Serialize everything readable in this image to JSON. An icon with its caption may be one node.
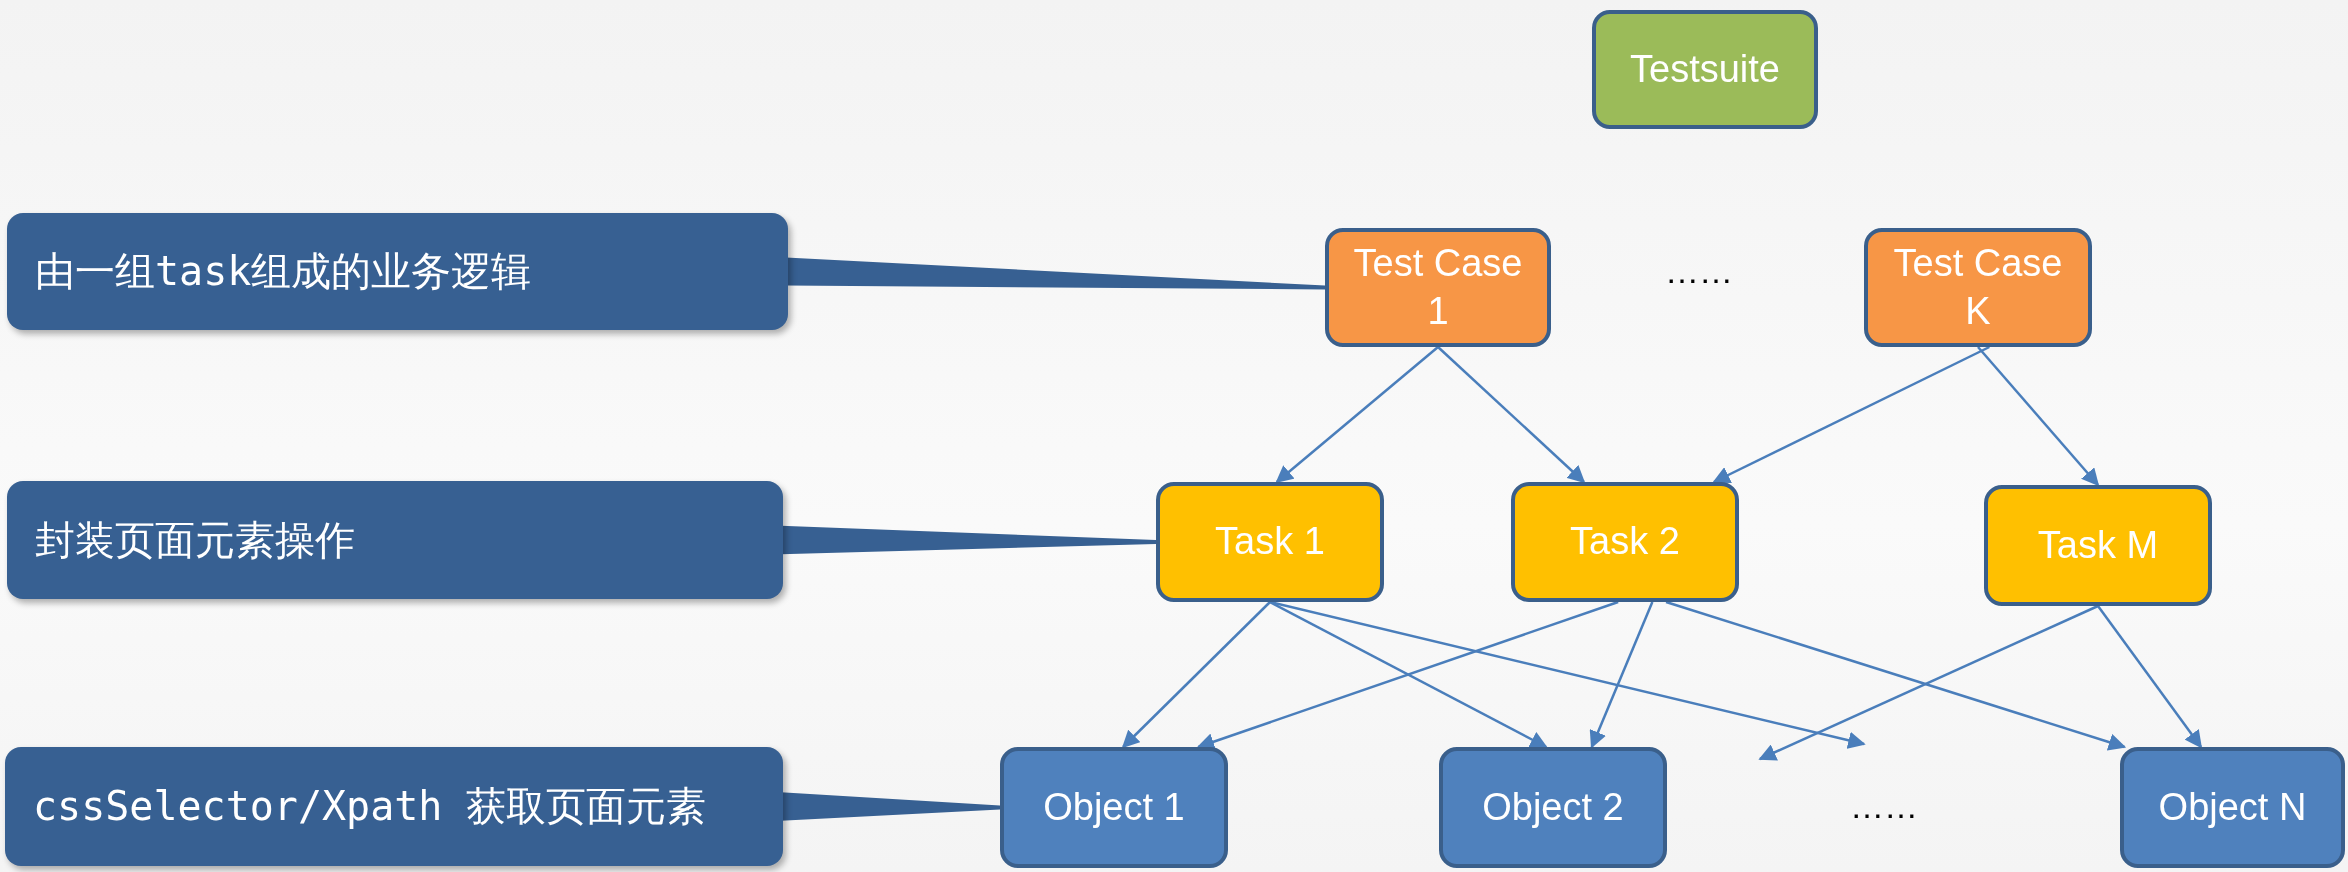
{
  "diagram": {
    "nodes": [
      {
        "text": [
          "由一组task组成的业务逻辑"
        ]
      },
      {
        "text": [
          "封装页面元素操作"
        ]
      },
      {
        "text": [
          "cssSelector/Xpath 获取页面元素"
        ]
      },
      {
        "text": [
          "Testsuite"
        ]
      },
      {
        "text": [
          "Test Case 1"
        ]
      },
      {
        "text": [
          "Test Case K"
        ]
      },
      {
        "text": [
          "Task 1"
        ]
      },
      {
        "text": [
          "Task 2"
        ]
      },
      {
        "text": [
          "Task M"
        ]
      },
      {
        "text": [
          "Object 1"
        ]
      },
      {
        "text": [
          "Object 2"
        ]
      },
      {
        "text": [
          "Object N"
        ]
      }
    ],
    "edges": [
      {
        "from": 0,
        "to": 4,
        "arrow": "none",
        "style": "thick"
      },
      {
        "from": 1,
        "to": 6,
        "arrow": "none",
        "style": "thick"
      },
      {
        "from": 2,
        "to": 9,
        "arrow": "none",
        "style": "thick"
      },
      {
        "from": 4,
        "to": 6,
        "arrow": "to"
      },
      {
        "from": 4,
        "to": 7,
        "arrow": "to"
      },
      {
        "from": 5,
        "to": 7,
        "arrow": "to"
      },
      {
        "from": 5,
        "to": 8,
        "arrow": "to"
      },
      {
        "from": 6,
        "to": 9,
        "arrow": "to"
      },
      {
        "from": 6,
        "to": 10,
        "arrow": "to"
      },
      {
        "from": 6,
        "to": null,
        "arrow": "to"
      },
      {
        "from": 7,
        "to": 9,
        "arrow": "to"
      },
      {
        "from": 7,
        "to": 10,
        "arrow": "to"
      },
      {
        "from": 7,
        "to": 11,
        "arrow": "to"
      },
      {
        "from": 8,
        "to": null,
        "arrow": "to"
      },
      {
        "from": 8,
        "to": 11,
        "arrow": "to"
      }
    ],
    "labels": [
      "……",
      "……"
    ]
  }
}
